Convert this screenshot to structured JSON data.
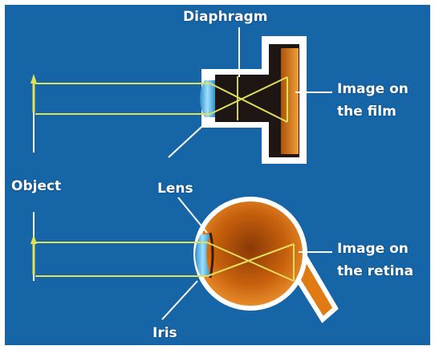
{
  "labels": {
    "diaphragm": "Diaphragm",
    "image_film_1": "Image on",
    "image_film_2": "the film",
    "object": "Object",
    "lens": "Lens",
    "image_retina_1": "Image on",
    "image_retina_2": "the retina",
    "iris": "Iris"
  },
  "colors": {
    "background": "#1665a6",
    "frame": "#ffffff",
    "ray": "#e2e05a",
    "camera_shell": "#ffffff",
    "camera_inside": "#1a1410",
    "film": "#e07a12",
    "eye": "#d96a10",
    "lens": "#6fc2ea"
  }
}
